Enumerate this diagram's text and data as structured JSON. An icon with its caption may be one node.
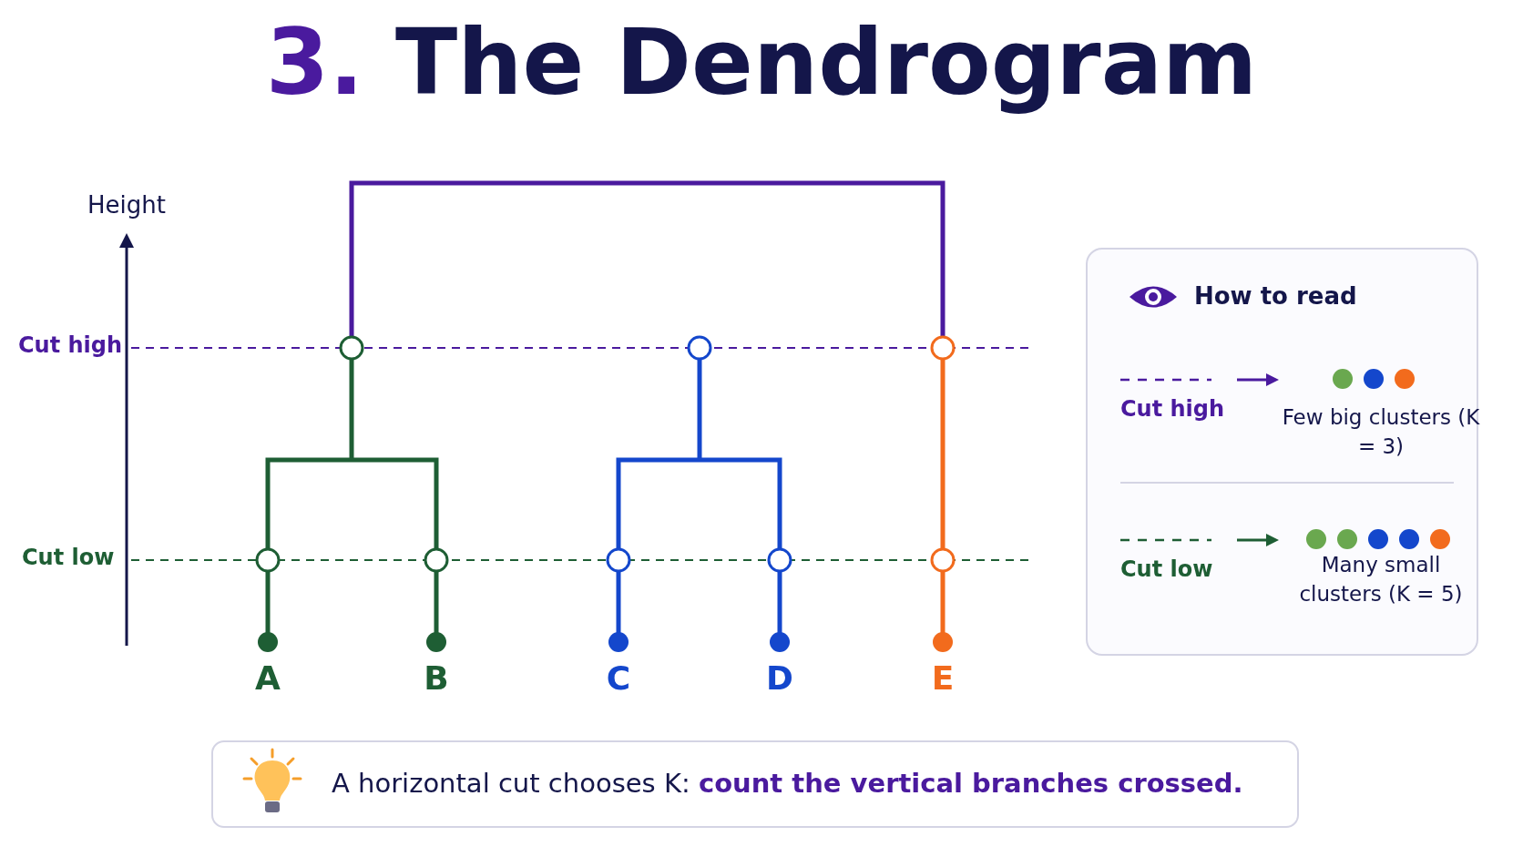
{
  "diagram": {
    "title": "3. The Dendrogram",
    "nodes": [
      {
        "text": [
          "How to read"
        ]
      },
      {
        "text": [
          "A horizontal cut chooses K: **count the vertical branches crossed.**"
        ]
      }
    ],
    "labels": [
      "Height",
      "Cut high",
      "Cut low",
      "A",
      "B",
      "C",
      "D",
      "E",
      "Few big clusters (K = 3)",
      "Many small clusters (K = 5)"
    ],
    "legend": [
      {
        "text": "Cut high"
      },
      {
        "text": "Cut low"
      }
    ]
  }
}
